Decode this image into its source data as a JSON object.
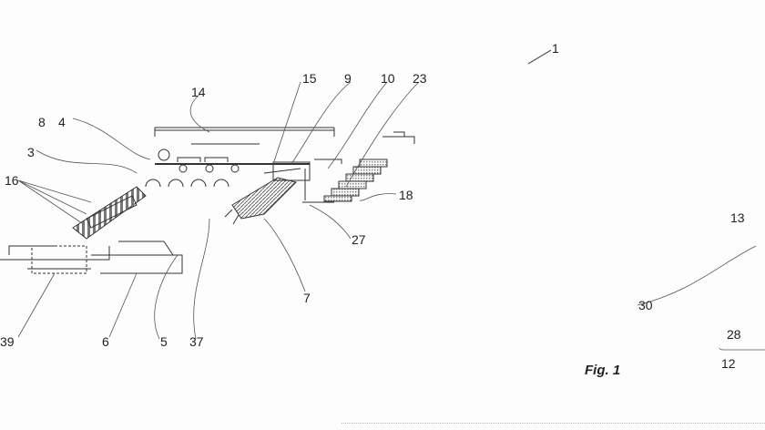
{
  "figure": {
    "caption": "Fig. 1",
    "line_color": "#333333",
    "hatch_color": "#777777",
    "labels": [
      {
        "id": "1",
        "text": "1"
      },
      {
        "id": "14",
        "text": "14"
      },
      {
        "id": "15",
        "text": "15"
      },
      {
        "id": "9",
        "text": "9"
      },
      {
        "id": "10",
        "text": "10"
      },
      {
        "id": "23",
        "text": "23"
      },
      {
        "id": "8",
        "text": "8"
      },
      {
        "id": "4",
        "text": "4"
      },
      {
        "id": "3",
        "text": "3"
      },
      {
        "id": "16",
        "text": "16"
      },
      {
        "id": "18",
        "text": "18"
      },
      {
        "id": "13",
        "text": "13"
      },
      {
        "id": "27",
        "text": "27"
      },
      {
        "id": "7",
        "text": "7"
      },
      {
        "id": "30",
        "text": "30"
      },
      {
        "id": "28",
        "text": "28"
      },
      {
        "id": "12",
        "text": "12"
      },
      {
        "id": "39",
        "text": "39"
      },
      {
        "id": "6",
        "text": "6"
      },
      {
        "id": "5",
        "text": "5"
      },
      {
        "id": "37",
        "text": "37"
      }
    ]
  }
}
